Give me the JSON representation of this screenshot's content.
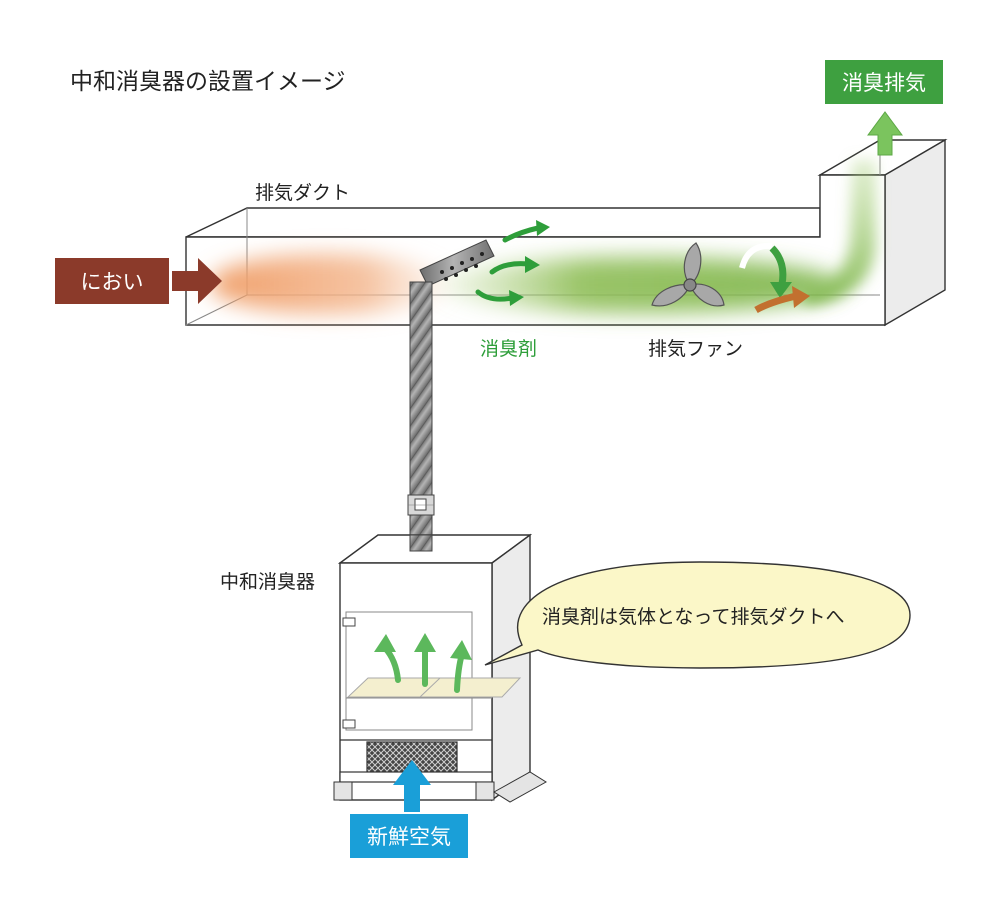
{
  "title": "中和消臭器の設置イメージ",
  "labels": {
    "duct": "排気ダクト",
    "odor": "におい",
    "agent": "消臭剤",
    "fan": "排気ファン",
    "exhaust": "消臭排気",
    "device": "中和消臭器",
    "bubble": "消臭剤は気体となって排気ダクトへ",
    "fresh_air": "新鮮空気"
  },
  "colors": {
    "odor": "#8b3a2a",
    "odor_haze": "#f0a070",
    "agent": "#2e9e3a",
    "agent_haze": "#8bbf55",
    "exhaust": "#3ea040",
    "fresh_air": "#1a9fd8",
    "bubble_fill": "#fbf7c8",
    "fan_gray": "#9a9a9a",
    "fan_arrow_out": "#c2702f"
  },
  "icons": [
    "right-arrow-icon",
    "up-arrow-icon",
    "fan-icon",
    "curved-arrow-icon",
    "vent-nozzle-icon",
    "filter-grid-icon"
  ]
}
